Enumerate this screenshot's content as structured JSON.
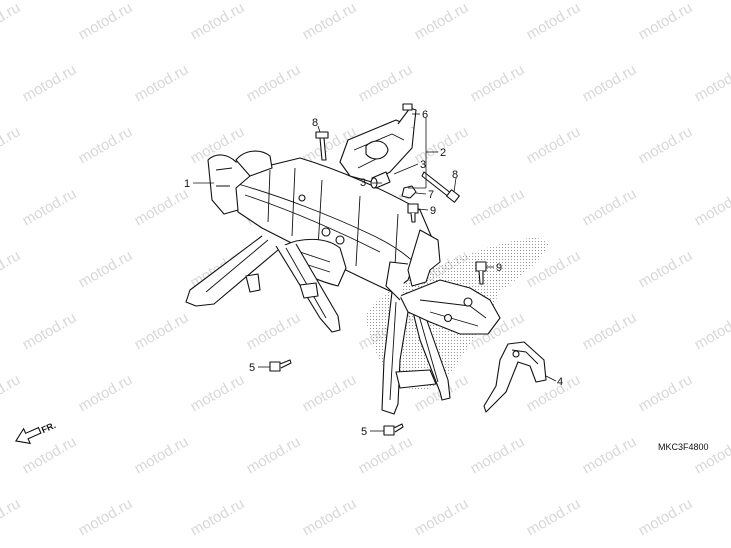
{
  "watermark": "motod.ru",
  "diagram_code": "MKC3F4800",
  "direction_label": "FR.",
  "callouts": [
    {
      "id": "c1",
      "label": "1"
    },
    {
      "id": "c2",
      "label": "2"
    },
    {
      "id": "c3a",
      "label": "3"
    },
    {
      "id": "c3b",
      "label": "3"
    },
    {
      "id": "c4",
      "label": "4"
    },
    {
      "id": "c5a",
      "label": "5"
    },
    {
      "id": "c5b",
      "label": "5"
    },
    {
      "id": "c6",
      "label": "6"
    },
    {
      "id": "c7",
      "label": "7"
    },
    {
      "id": "c8a",
      "label": "8"
    },
    {
      "id": "c8b",
      "label": "8"
    },
    {
      "id": "c9a",
      "label": "9"
    },
    {
      "id": "c9b",
      "label": "9"
    }
  ]
}
